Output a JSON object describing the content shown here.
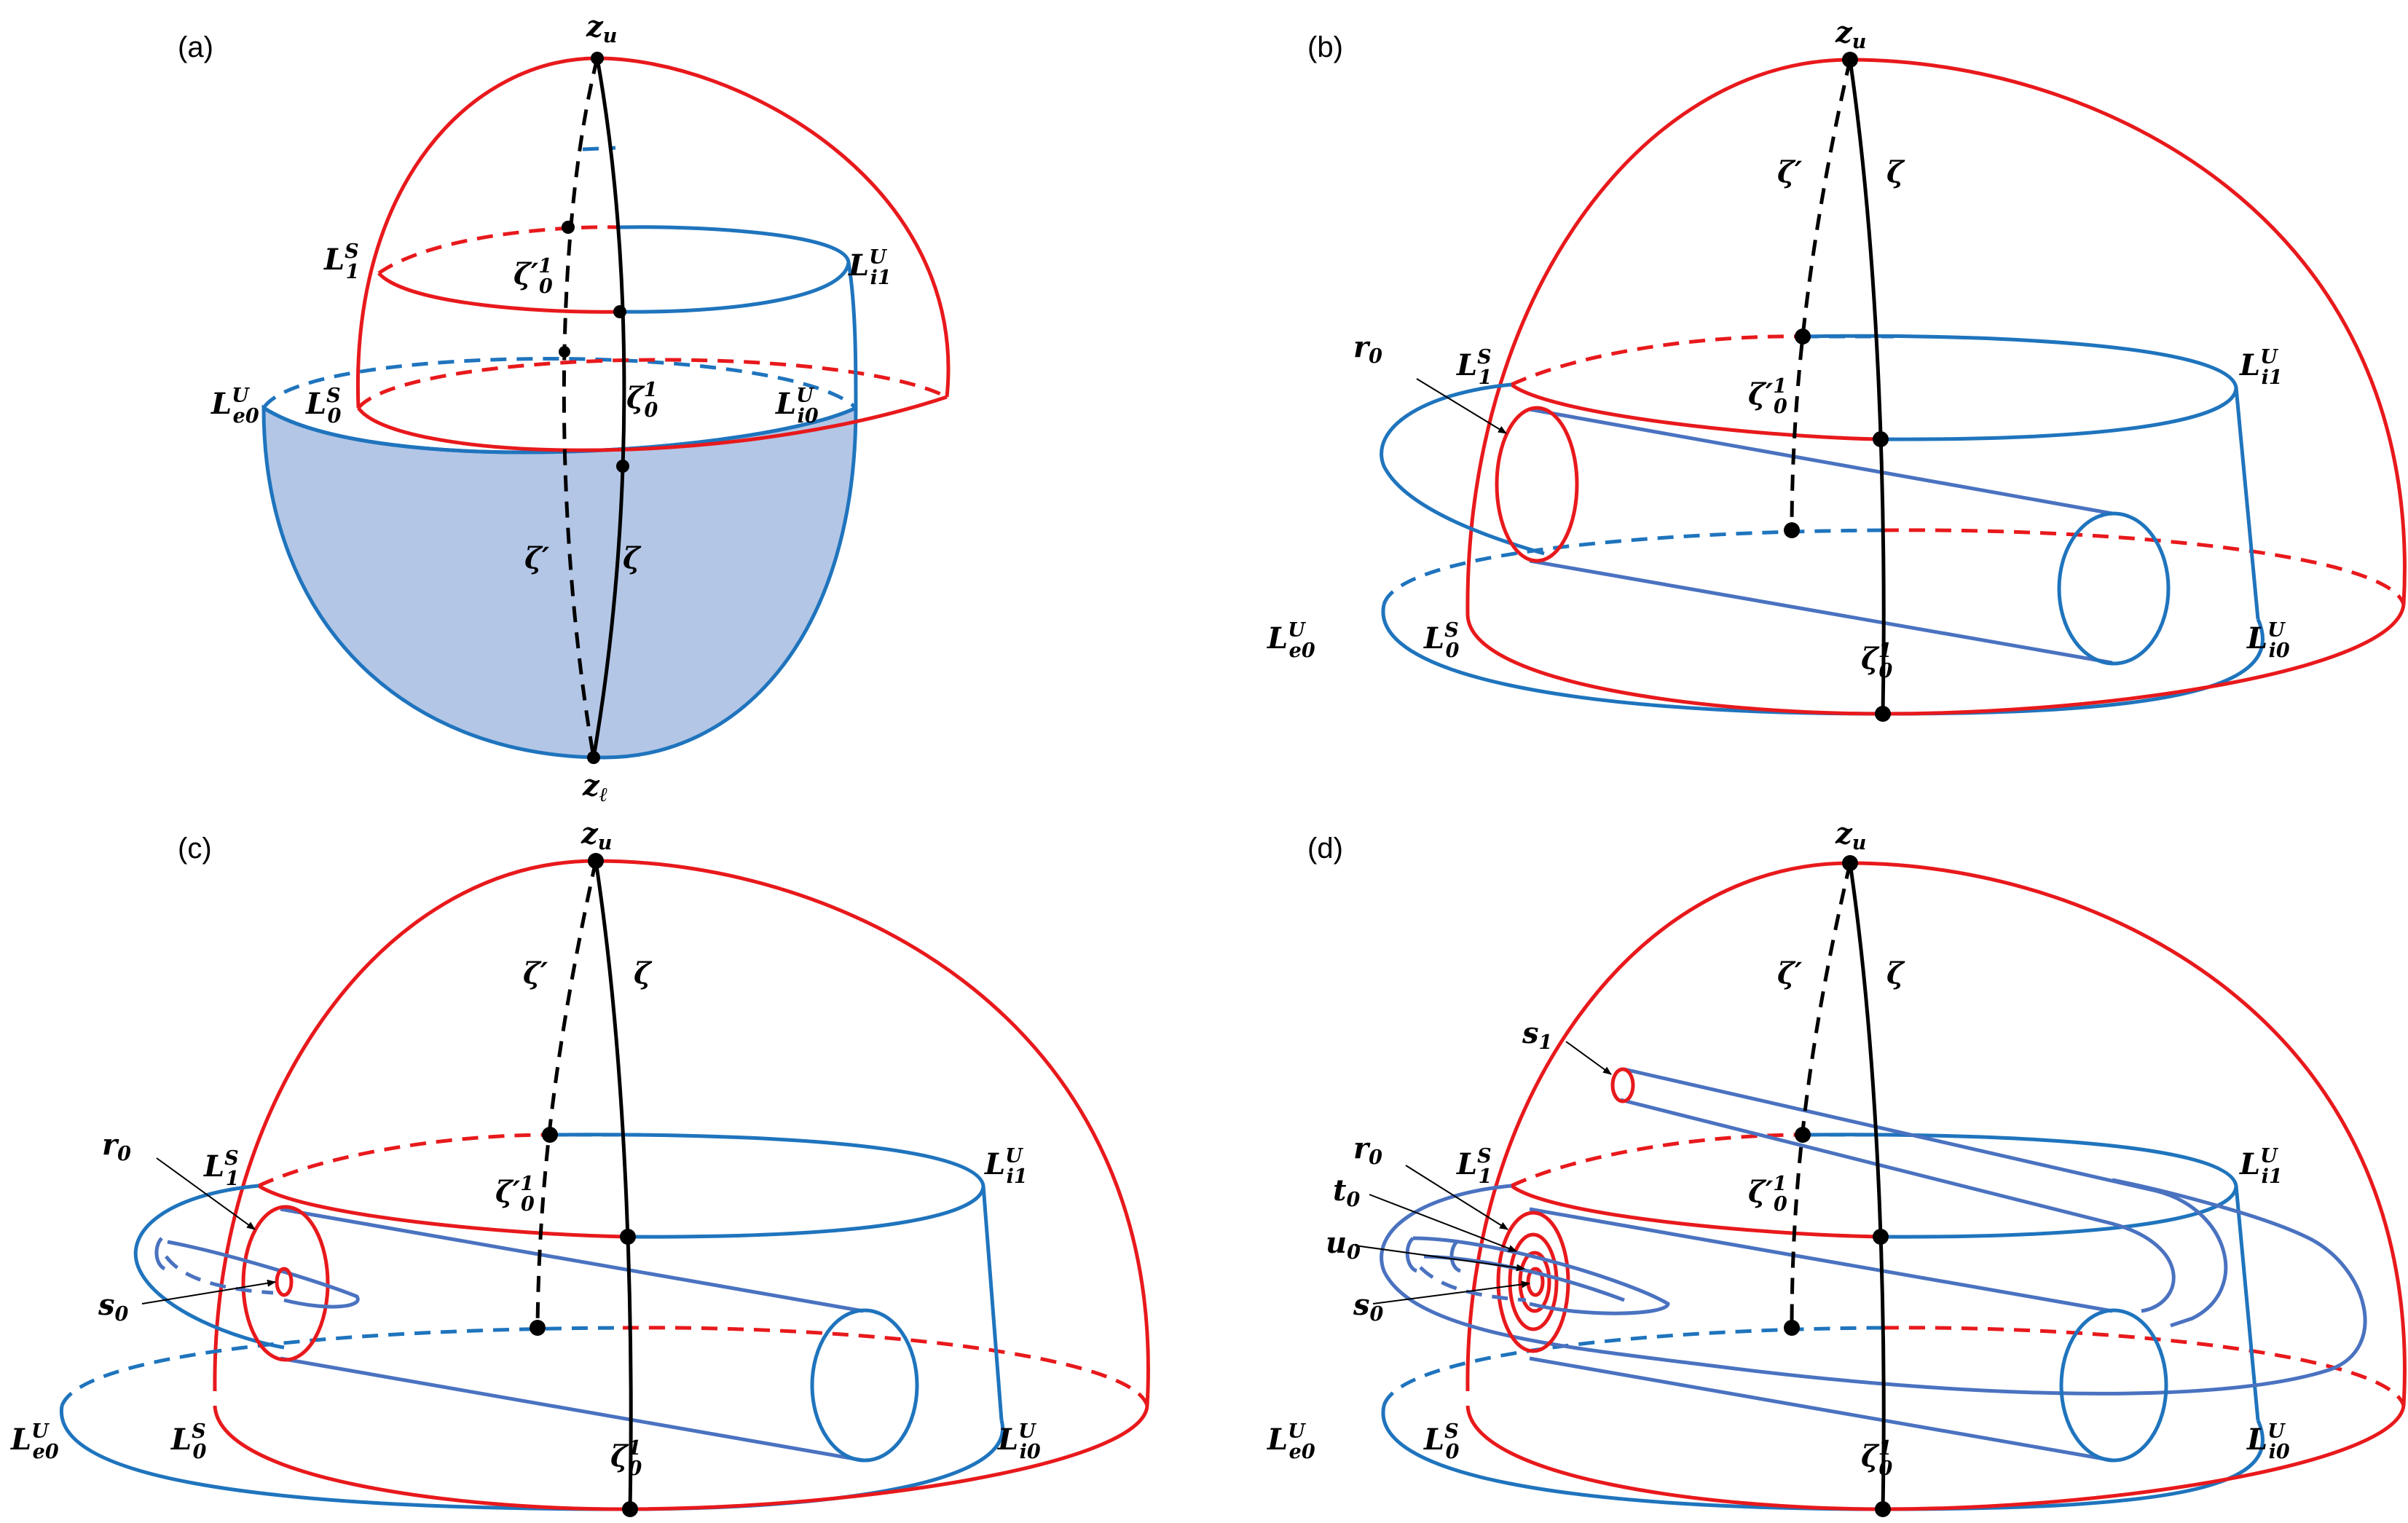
{
  "figure": {
    "colors": {
      "red": "#E8191C",
      "blue": "#1F74BD",
      "tube_blue": "#4A72C0",
      "fill_blue": "#B3C6E6",
      "black": "#000000"
    },
    "panels": [
      {
        "id": "a",
        "panel_label": "(a)",
        "labels": {
          "zu": "z_u",
          "zl": "z_ℓ",
          "L1S": "L_1^S",
          "Li1U": "L_i1^U",
          "Le0U": "L_e0^U",
          "L0S": "L_0^S",
          "Li0U": "L_i0^U",
          "zeta": "ζ",
          "zeta_prime": "ζ′",
          "zeta0_1": "ζ_0^1",
          "zeta0p_1": "ζ′_0^1"
        }
      },
      {
        "id": "b",
        "panel_label": "(b)",
        "labels": {
          "zu": "z_u",
          "L1S": "L_1^S",
          "Li1U": "L_i1^U",
          "Le0U": "L_e0^U",
          "L0S": "L_0^S",
          "Li0U": "L_i0^U",
          "zeta": "ζ",
          "zeta_prime": "ζ′",
          "zeta0_1": "ζ_0^1",
          "zeta0p_1": "ζ′_0^1",
          "r0": "r_0"
        }
      },
      {
        "id": "c",
        "panel_label": "(c)",
        "labels": {
          "zu": "z_u",
          "L1S": "L_1^S",
          "Li1U": "L_i1^U",
          "Le0U": "L_e0^U",
          "L0S": "L_0^S",
          "Li0U": "L_i0^U",
          "zeta": "ζ",
          "zeta_prime": "ζ′",
          "zeta0_1": "ζ_0^1",
          "zeta0p_1": "ζ′_0^1",
          "r0": "r_0",
          "s0": "s_0"
        }
      },
      {
        "id": "d",
        "panel_label": "(d)",
        "labels": {
          "zu": "z_u",
          "L1S": "L_1^S",
          "Li1U": "L_i1^U",
          "Le0U": "L_e0^U",
          "L0S": "L_0^S",
          "Li0U": "L_i0^U",
          "zeta": "ζ",
          "zeta_prime": "ζ′",
          "zeta0_1": "ζ_0^1",
          "zeta0p_1": "ζ′_0^1",
          "r0": "r_0",
          "t0": "t_0",
          "u0": "u_0",
          "s0": "s_0",
          "s1": "s_1"
        }
      }
    ]
  }
}
